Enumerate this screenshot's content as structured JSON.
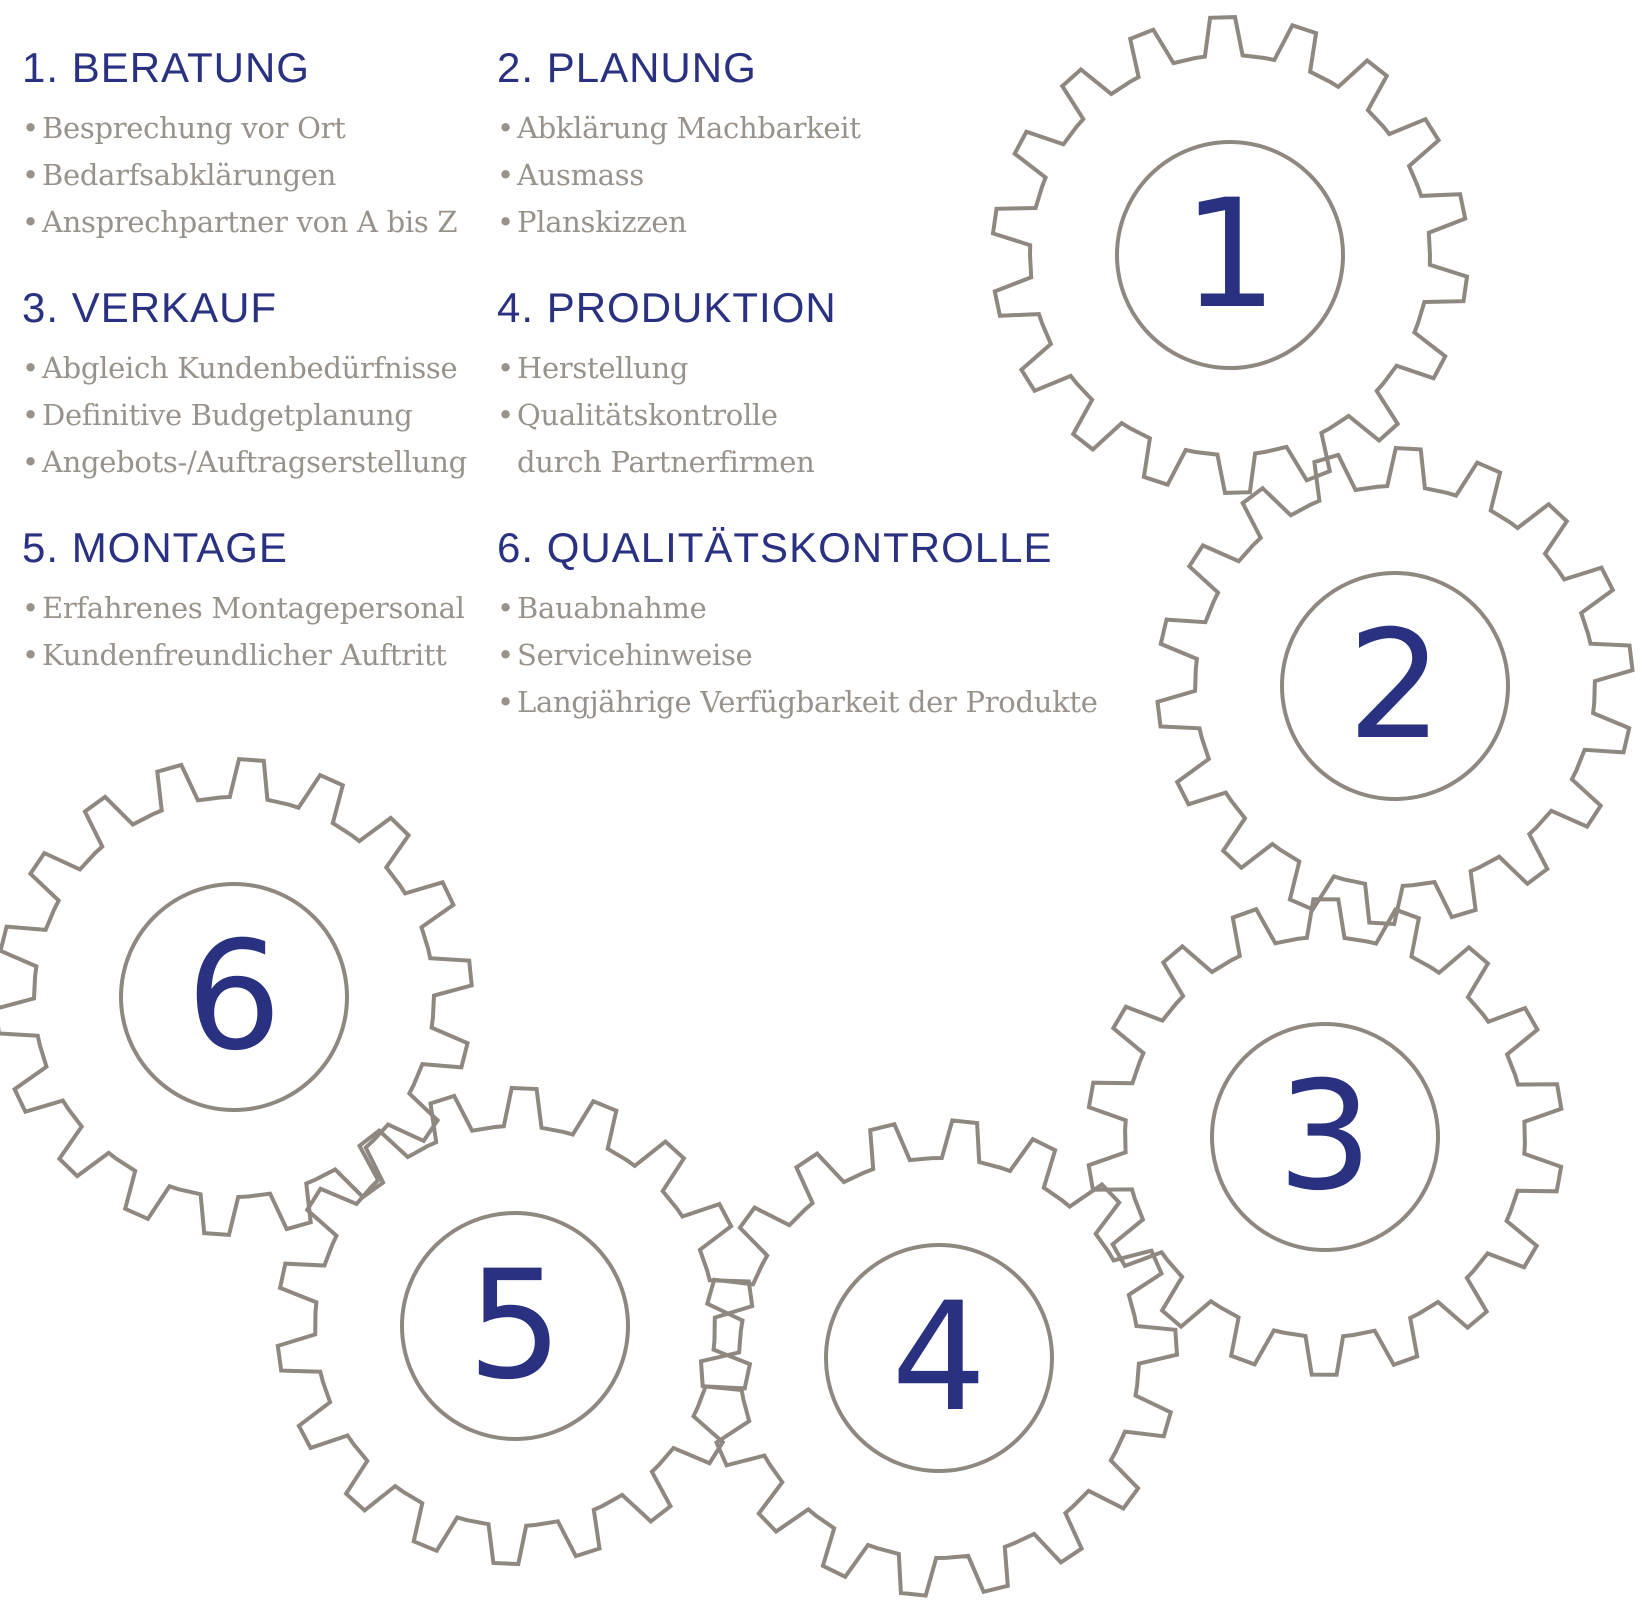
{
  "steps": [
    {
      "title": "1. BERATUNG",
      "items": [
        "Besprechung vor Ort",
        "Bedarfsabklärungen",
        "Ansprechpartner von A bis Z"
      ]
    },
    {
      "title": "2. PLANUNG",
      "items": [
        "Abklärung Machbarkeit",
        "Ausmass",
        "Planskizzen"
      ]
    },
    {
      "title": "3. VERKAUF",
      "items": [
        "Abgleich Kundenbedürfnisse",
        "Definitive Budgetplanung",
        "Angebots-/Auftragserstellung"
      ]
    },
    {
      "title": "4. PRODUKTION",
      "items": [
        "Herstellung",
        "Qualitätskontrolle",
        "durch Partnerfirmen"
      ]
    },
    {
      "title": "5. MONTAGE",
      "items": [
        "Erfahrenes Montagepersonal",
        "Kundenfreundlicher Auftritt"
      ]
    },
    {
      "title": "6. QUALITÄTSKONTROLLE",
      "items": [
        "Bauabnahme",
        "Servicehinweise",
        "Langjährige Verfügbarkeit der Produkte"
      ]
    }
  ],
  "bullet_char": "•",
  "gears": [
    {
      "number": "1"
    },
    {
      "number": "2"
    },
    {
      "number": "3"
    },
    {
      "number": "4"
    },
    {
      "number": "5"
    },
    {
      "number": "6"
    }
  ],
  "colors": {
    "title": "#2a3180",
    "text": "#98928b",
    "gear_stroke": "#8f8880",
    "gear_number": "#2a3180"
  }
}
